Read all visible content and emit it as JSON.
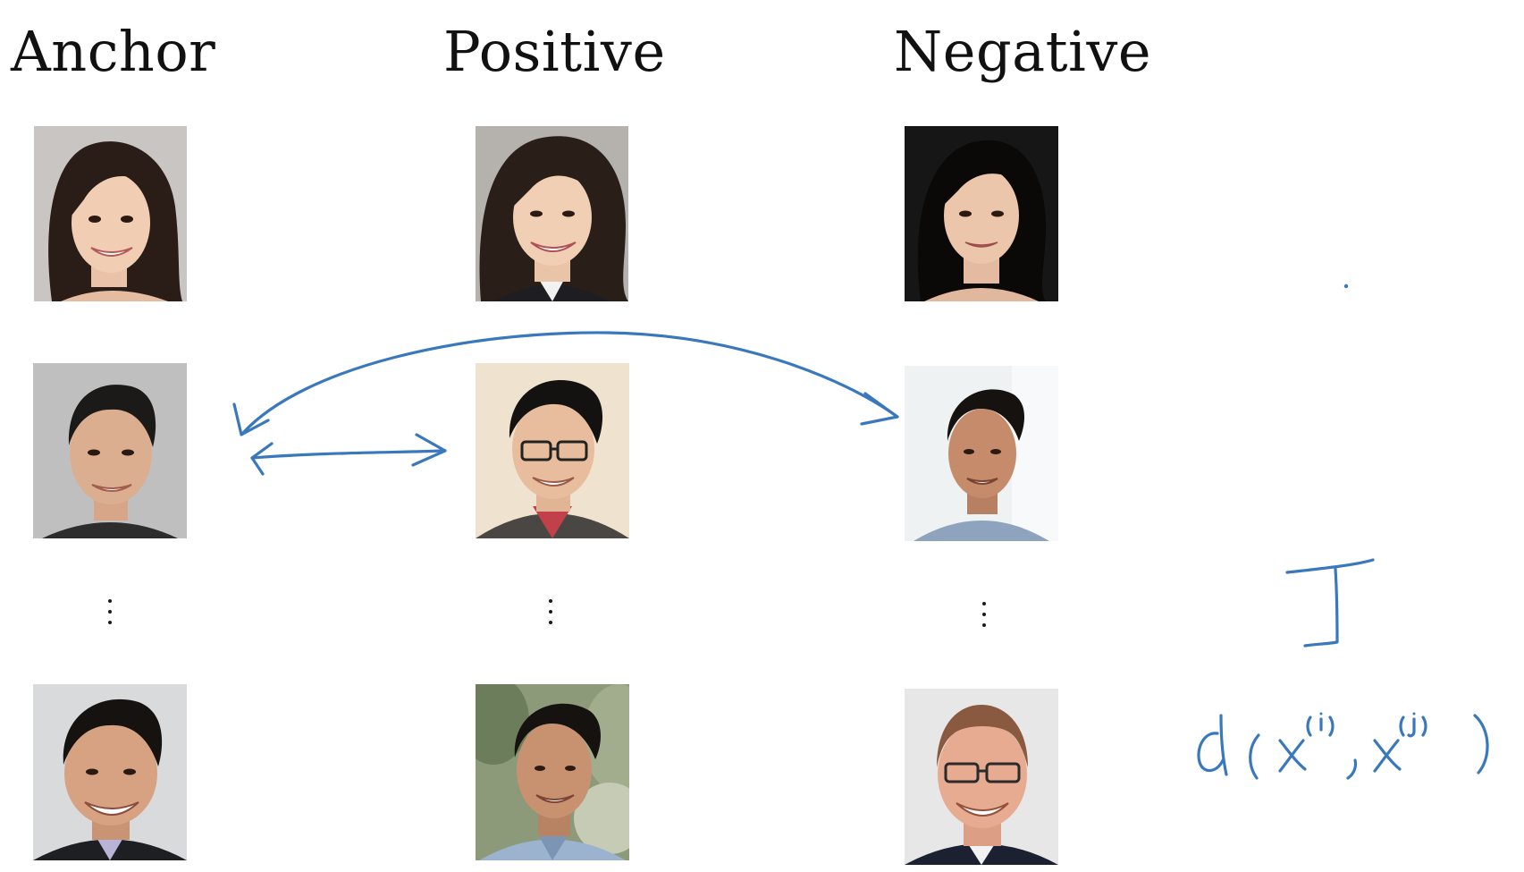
{
  "columns": {
    "anchor": "Anchor",
    "positive": "Positive",
    "negative": "Negative"
  },
  "colors": {
    "ink": "#3a78bd",
    "text": "#111111"
  },
  "photos": {
    "anchor": [
      "woman-long-dark-hair-smiling",
      "man-short-hair-smiling",
      "man-smiling-dark-jacket"
    ],
    "positive": [
      "woman-smiling-dark-blazer",
      "man-glasses-hoodie",
      "man-outdoor-trees"
    ],
    "negative": [
      "woman-dark-background",
      "man-patterned-shirt",
      "man-glasses-balding"
    ]
  },
  "annotations": {
    "letter": "J",
    "distance_formula": "d( x(i), x(j) )"
  }
}
